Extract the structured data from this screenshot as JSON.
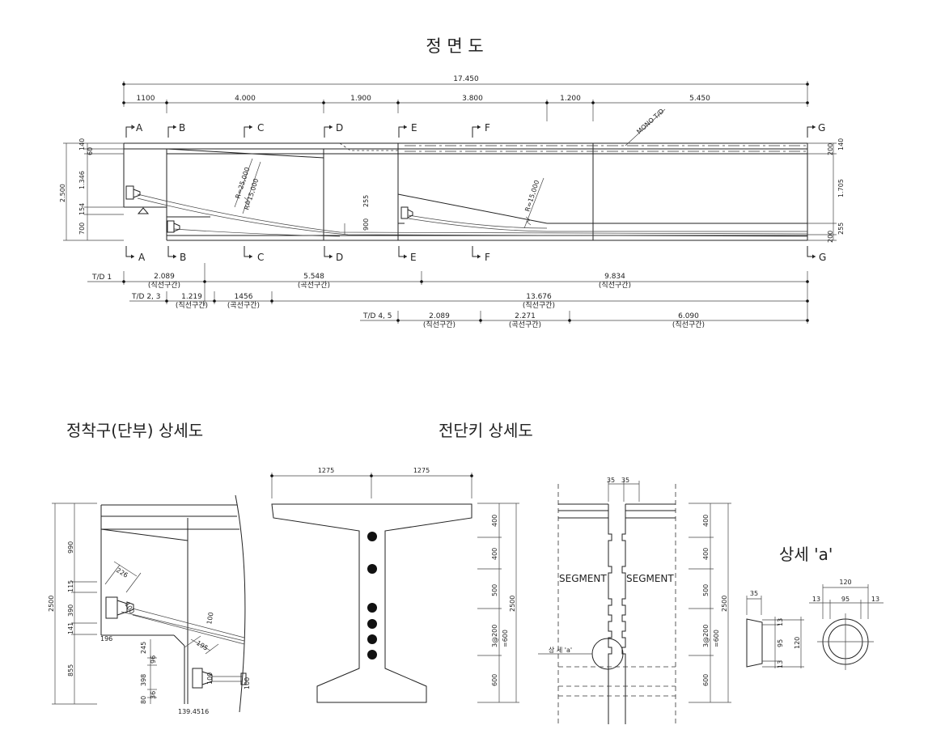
{
  "titles": {
    "front_view": "정 면 도",
    "anchor_detail": "정착구(단부) 상세도",
    "shear_key_detail": "전단키 상세도",
    "detail_a": "상세 'a'"
  },
  "front_view": {
    "overall": "17.450",
    "top_dims": [
      "1100",
      "4.000",
      "1.900",
      "3.800",
      "1.200",
      "5.450"
    ],
    "sections": [
      "A",
      "B",
      "C",
      "D",
      "E",
      "F",
      "G"
    ],
    "left_dims": [
      "2.500",
      "140",
      "60",
      "1.346",
      "154",
      "700"
    ],
    "right_dims": [
      "140",
      "200",
      "1.705",
      "255",
      "200"
    ],
    "inner_dims": [
      "255",
      "900"
    ],
    "radii": [
      "R=25,000",
      "R=15,000",
      "R=15,000"
    ],
    "mono_label": "MONO T/D",
    "td_rows": [
      {
        "label": "T/D 1",
        "segments": [
          {
            "value": "2.089",
            "sub": "(직선구간)"
          },
          {
            "value": "5.548",
            "sub": "(곡선구간)"
          },
          {
            "value": "9.834",
            "sub": "(직선구간)"
          }
        ]
      },
      {
        "label": "T/D 2, 3",
        "segments": [
          {
            "value": "1.219",
            "sub": "(직선구간)"
          },
          {
            "value": "1456",
            "sub": "(곡선구간)"
          },
          {
            "value": "13.676",
            "sub": "(직선구간)"
          }
        ]
      },
      {
        "label": "T/D 4, 5",
        "segments": [
          {
            "value": "2.089",
            "sub": "(직선구간)"
          },
          {
            "value": "2.271",
            "sub": "(곡선구간)"
          },
          {
            "value": "6.090",
            "sub": "(직선구간)"
          }
        ]
      }
    ]
  },
  "anchor_detail": {
    "height": "2500",
    "left_dims": [
      "990",
      "115",
      "390",
      "141",
      "855"
    ],
    "lower_dims": [
      "245",
      "96",
      "398",
      "36",
      "80"
    ],
    "labels": [
      "226",
      "100",
      "100",
      "100",
      "195",
      "100",
      "100",
      "196",
      "139.4516"
    ]
  },
  "cross_section": {
    "top_dims": [
      "1275",
      "1275"
    ],
    "right_dims": [
      "400",
      "400",
      "500",
      "3@200",
      "=600",
      "600"
    ],
    "height": "2500"
  },
  "shear_key": {
    "top_dims": [
      "35",
      "35"
    ],
    "segment_label": "SEGMENT",
    "detail_ref": "상 세 'a'",
    "right_dims": [
      "400",
      "400",
      "500",
      "3@200",
      "=600",
      "600"
    ],
    "height": "2500"
  },
  "detail_a": {
    "top": "120",
    "sub_dims": [
      "13",
      "95",
      "13"
    ],
    "left_w": "35",
    "side_dims": [
      "13",
      "95",
      "13"
    ],
    "height": "120"
  }
}
